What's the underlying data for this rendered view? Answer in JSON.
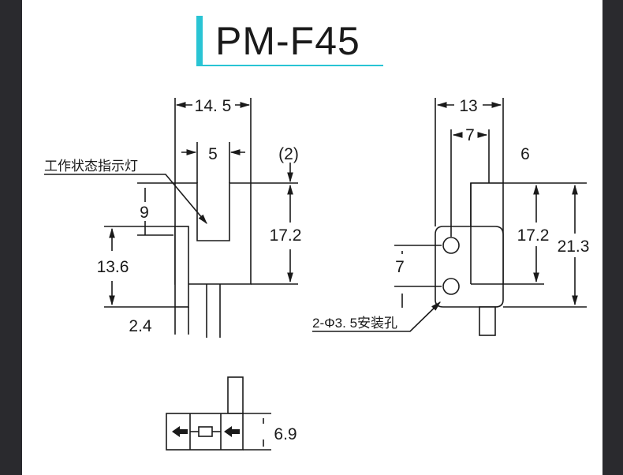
{
  "title": "PM-F45",
  "colors": {
    "accent": "#29c4d4",
    "line": "#1a1a1a",
    "background": "#ffffff",
    "frame": "#2a2a2e"
  },
  "front_view": {
    "width_total": "14. 5",
    "slot_width": "5",
    "gap_label": "(2)",
    "slot_depth": "9",
    "height": "17.2",
    "lower_height": "13.6",
    "tab_width": "2.4",
    "indicator_label": "工作状态指示灯"
  },
  "side_view": {
    "width_total": "13",
    "hole_offset": "7",
    "thickness": "6",
    "height_inner": "17.2",
    "height_total": "21.3",
    "hole_spacing": "7",
    "mounting_holes": "2-Φ3. 5安装孔"
  },
  "bottom_view": {
    "thickness": "6.9"
  }
}
